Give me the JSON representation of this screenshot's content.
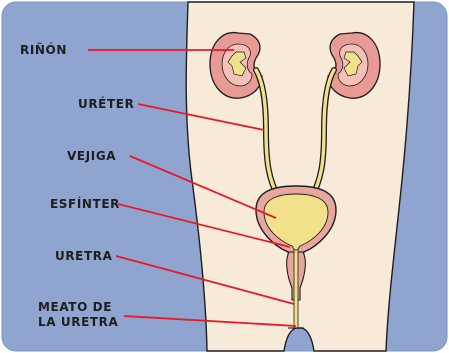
{
  "colors": {
    "background_blue": "#8fa5cf",
    "skin": "#f7ead8",
    "outline": "#1e1e1e",
    "leader_red": "#e8172a",
    "kidney_pink": "#e89a95",
    "kidney_inner": "#f4c0b8",
    "urine_yellow": "#f0e18a",
    "bladder_wall": "#e7a79f"
  },
  "labels": {
    "kidney": "RIÑÓN",
    "ureter": "URÉTER",
    "bladder": "VEJIGA",
    "sphincter": "ESFÍNTER",
    "urethra": "URETRA",
    "meatus_line1": "MEATO DE",
    "meatus_line2": "LA URETRA"
  }
}
